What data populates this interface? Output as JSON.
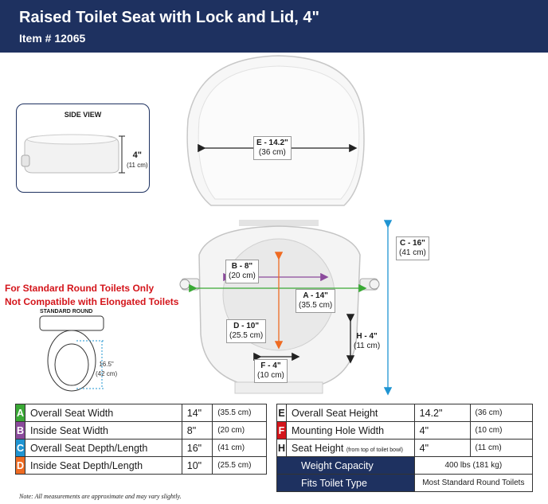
{
  "header": {
    "title": "Raised Toilet Seat with Lock and Lid, 4\"",
    "item": "Item # 12065"
  },
  "side_view": {
    "label": "SIDE VIEW",
    "height": "4\"",
    "height_cm": "(11 cm)"
  },
  "diagram": {
    "e": {
      "label": "E - 14.2\"",
      "cm": "(36 cm)"
    },
    "c": {
      "label": "C - 16\"",
      "cm": "(41 cm)"
    },
    "b": {
      "label": "B - 8\"",
      "cm": "(20 cm)"
    },
    "a": {
      "label": "A - 14\"",
      "cm": "(35.5 cm)"
    },
    "d": {
      "label": "D - 10\"",
      "cm": "(25.5 cm)"
    },
    "h": {
      "label": "H - 4\"",
      "cm": "(11 cm)"
    },
    "f": {
      "label": "F - 4\"",
      "cm": "(10 cm)"
    }
  },
  "warning": {
    "line1": "For Standard Round Toilets Only",
    "line2": "Not Compatible with Elongated Toilets"
  },
  "standard_round": {
    "label": "STANDARD ROUND",
    "length": "16.5\"",
    "length_cm": "(42 cm)"
  },
  "colors": {
    "a": "#3aa935",
    "b": "#8b4a9c",
    "c": "#1f94d2",
    "d": "#ef6b22",
    "f": "#d4151b",
    "navy": "#1e3160"
  },
  "left_table": [
    {
      "letter": "A",
      "name": "Overall Seat Width",
      "inch": "14\"",
      "cm": "(35.5 cm)"
    },
    {
      "letter": "B",
      "name": "Inside Seat Width",
      "inch": "8\"",
      "cm": "(20 cm)"
    },
    {
      "letter": "C",
      "name": "Overall Seat Depth/Length",
      "inch": "16\"",
      "cm": "(41 cm)"
    },
    {
      "letter": "D",
      "name": "Inside Seat Depth/Length",
      "inch": "10\"",
      "cm": "(25.5 cm)"
    }
  ],
  "right_table": [
    {
      "letter": "E",
      "name": "Overall Seat Height",
      "note": "",
      "inch": "14.2\"",
      "cm": "(36 cm)"
    },
    {
      "letter": "F",
      "name": "Mounting Hole Width",
      "note": "",
      "inch": "4\"",
      "cm": "(10 cm)"
    },
    {
      "letter": "H",
      "name": "Seat Height",
      "note": "(from top of toilet bowl)",
      "inch": "4\"",
      "cm": "(11 cm)"
    }
  ],
  "extra": [
    {
      "name": "Weight Capacity",
      "value": "400 lbs    (181 kg)"
    },
    {
      "name": "Fits Toilet Type",
      "value": "Most Standard Round Toilets"
    }
  ],
  "footnote": "Note: All measurements are approximate and may vary slightly."
}
